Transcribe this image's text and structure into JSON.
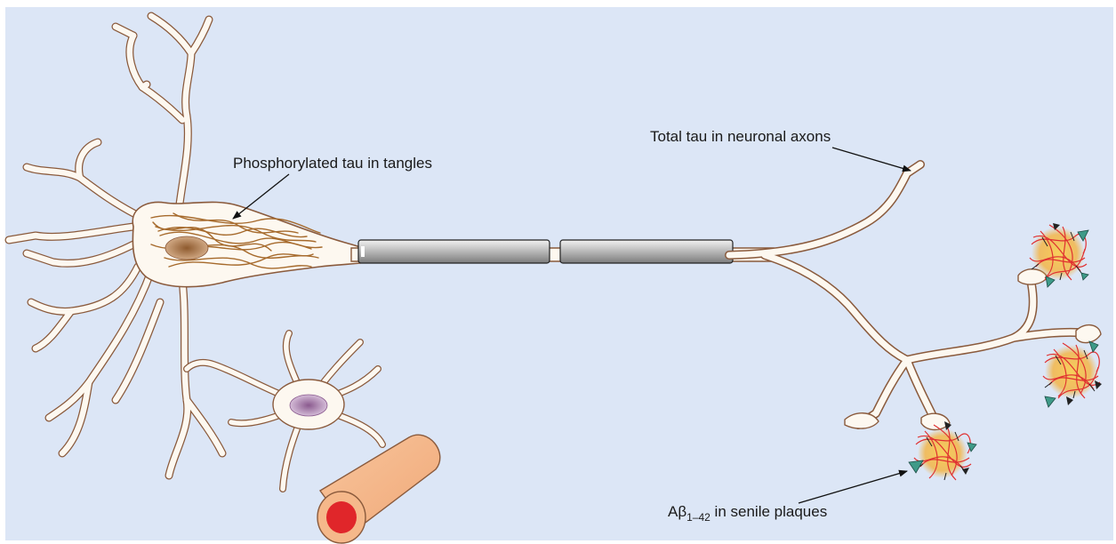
{
  "labels": {
    "tangles": "Phosphorylated tau in tangles",
    "axon_tau": "Total tau in neuronal axons",
    "plaques_prefix": "Aβ",
    "plaques_subscript": "1–42",
    "plaques_suffix": " in senile plaques"
  },
  "colors": {
    "background": "#dce6f6",
    "cell_fill": "#fdf8f0",
    "cell_stroke": "#8a5a3c",
    "tangle": "#a66a2c",
    "nucleus_neuron": "#b07a4c",
    "nucleus_glia": "#a27aa8",
    "myelin": "#b8b8b8",
    "vessel_wall": "#f5b88a",
    "vessel_lumen": "#e0262a",
    "amyloid_red": "#e03030",
    "amyloid_core": "#f3b440",
    "microglia_teal": "#3e9a88"
  }
}
